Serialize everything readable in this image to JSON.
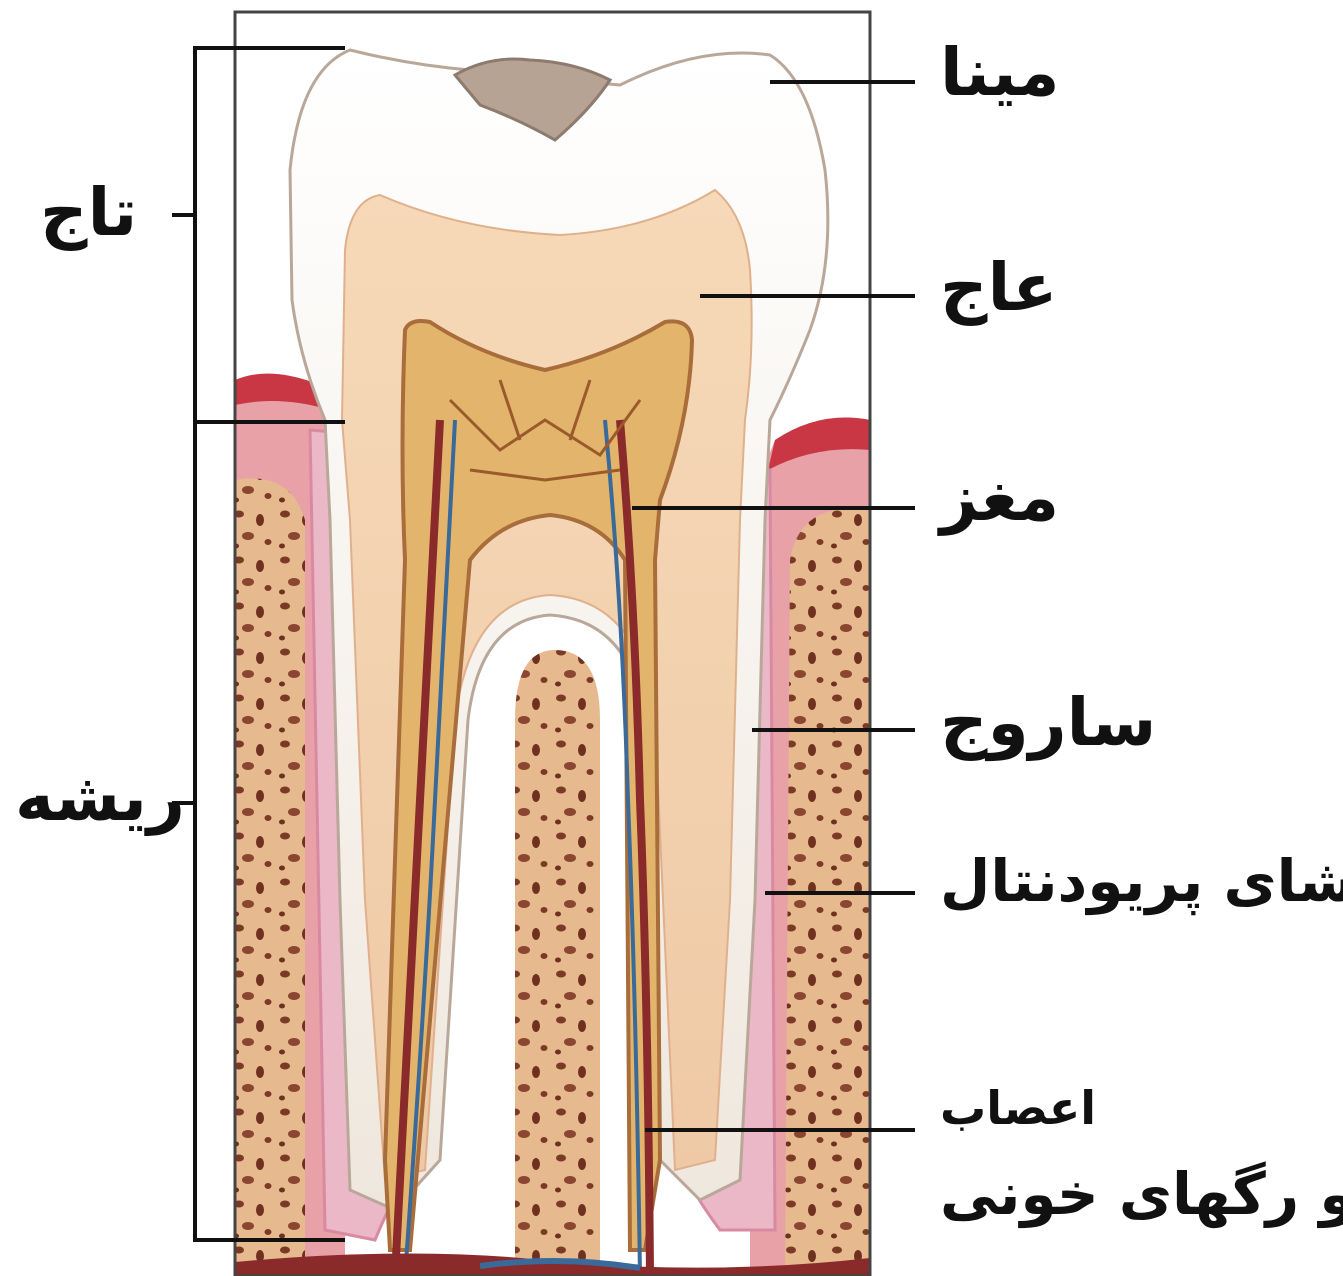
{
  "labels": {
    "enamel": "مینا",
    "dentin": "عاج",
    "pulp": "مغز",
    "cementum": "ساروج",
    "periodontal": "غشای پریودنتال",
    "nerves_line1": "اعصاب",
    "nerves_line2": "و رگهای خونی",
    "crown": "تاج",
    "root": "ریشه"
  },
  "colors": {
    "enamel": "#f4f0ea",
    "dentin": "#f3d4b4",
    "pulp": "#e3b56c",
    "gum": "#e78a92",
    "gum_top": "#c93644",
    "bone": "#e6b98f",
    "bone_spot": "#7b3a25",
    "membrane": "#eab8c6",
    "vessel_red": "#8b2a2a",
    "vessel_blue": "#3a6a9a",
    "line": "#111111"
  }
}
